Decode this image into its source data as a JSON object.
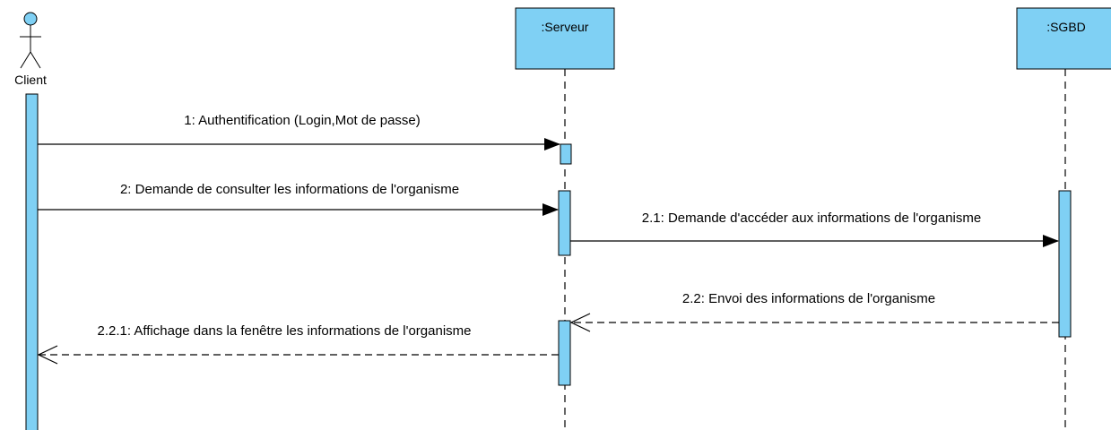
{
  "colors": {
    "fill": "#7fd0f4",
    "stroke": "#000000",
    "background": "#ffffff"
  },
  "actor": {
    "name": "Client"
  },
  "lifelines": [
    {
      "id": "serveur",
      "name": ":Serveur"
    },
    {
      "id": "sgbd",
      "name": ":SGBD"
    }
  ],
  "messages": [
    {
      "id": "m1",
      "label": "1: Authentification (Login,Mot de passe)",
      "from": "client",
      "to": "serveur",
      "kind": "sync"
    },
    {
      "id": "m2",
      "label": "2: Demande de consulter les informations de l'organisme",
      "from": "client",
      "to": "serveur",
      "kind": "sync"
    },
    {
      "id": "m21",
      "label": "2.1: Demande d'accéder aux informations de l'organisme",
      "from": "serveur",
      "to": "sgbd",
      "kind": "sync"
    },
    {
      "id": "m22",
      "label": "2.2: Envoi des informations de l'organisme",
      "from": "sgbd",
      "to": "serveur",
      "kind": "reply"
    },
    {
      "id": "m221",
      "label": "2.2.1: Affichage dans la fenêtre les informations de l'organisme",
      "from": "serveur",
      "to": "client",
      "kind": "reply"
    }
  ]
}
